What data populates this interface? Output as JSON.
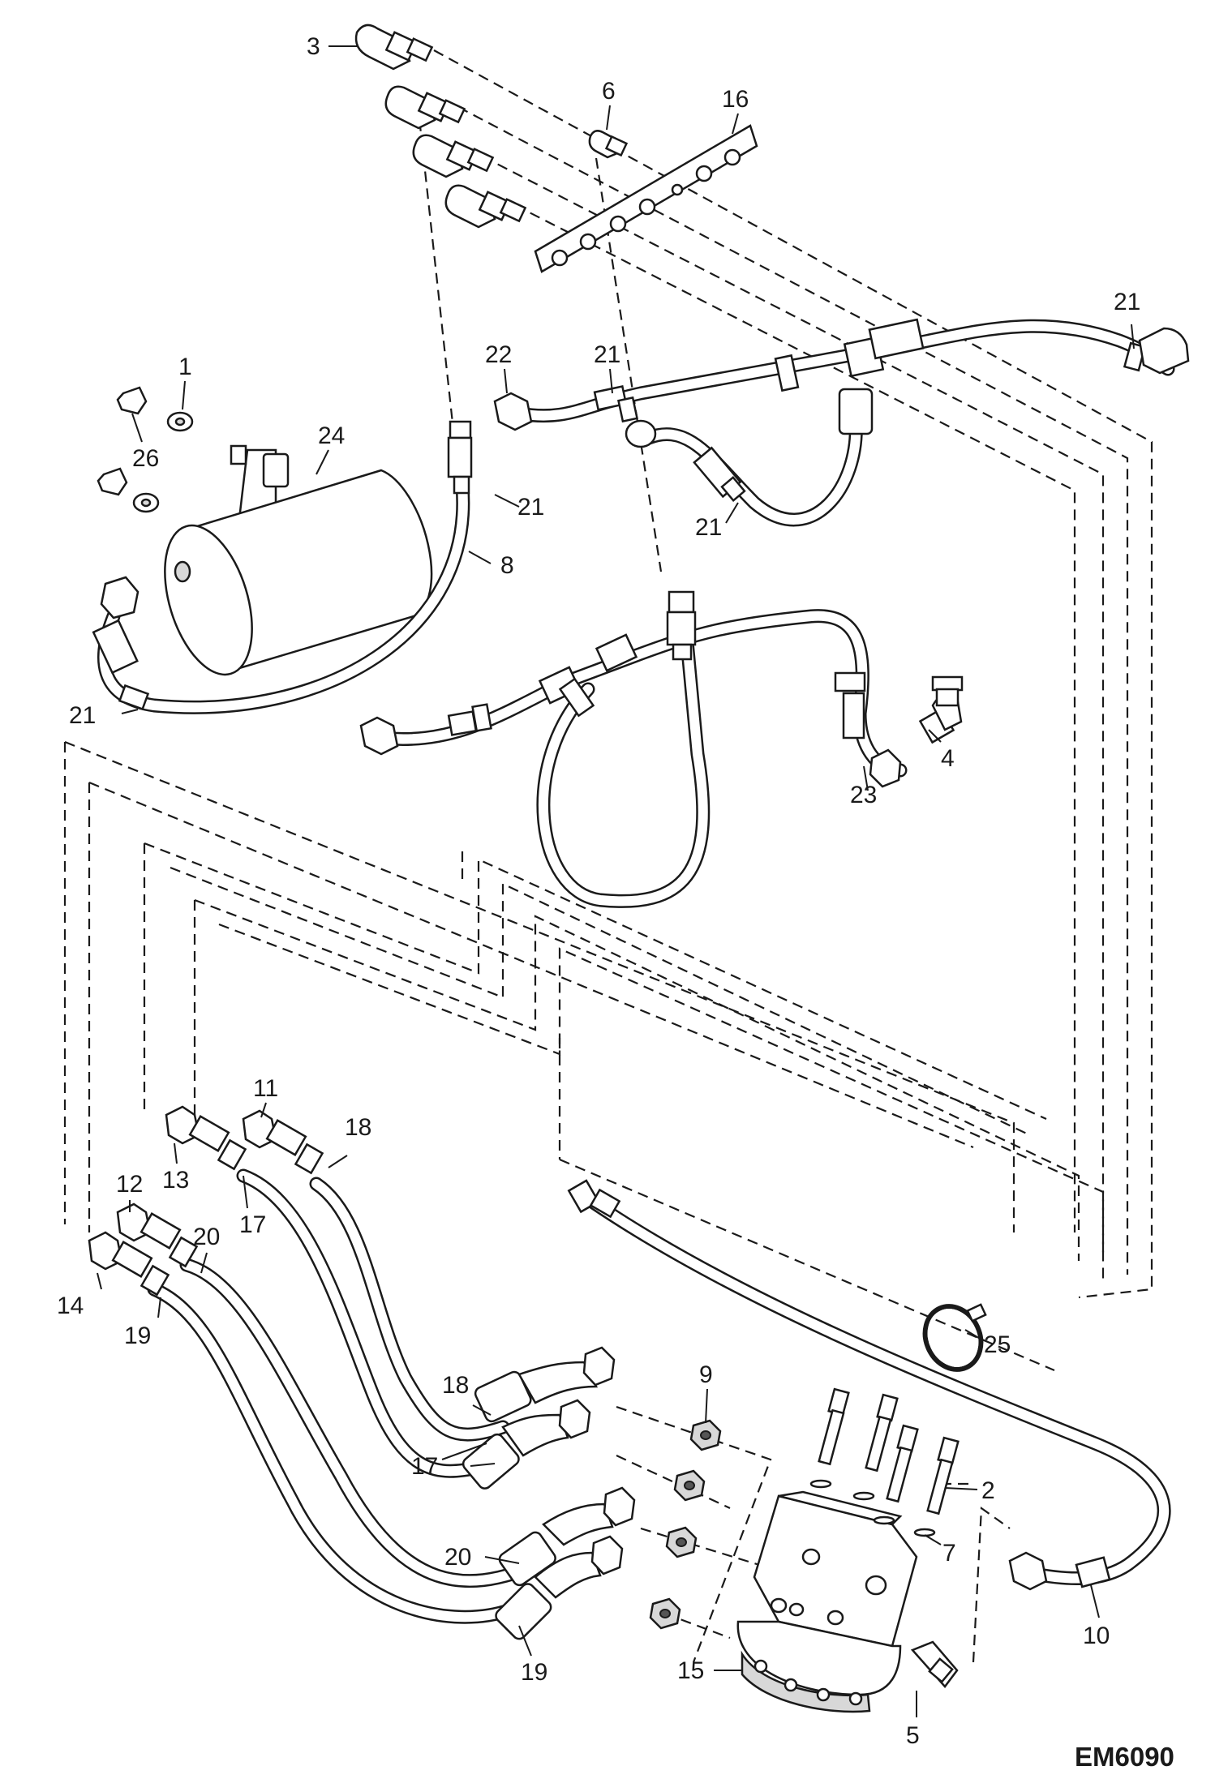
{
  "drawing_id": "EM6090",
  "callouts": {
    "c1": "1",
    "c2": "2",
    "c3": "3",
    "c4": "4",
    "c5": "5",
    "c6": "6",
    "c7": "7",
    "c8": "8",
    "c9": "9",
    "c10": "10",
    "c11": "11",
    "c12": "12",
    "c13": "13",
    "c14": "14",
    "c15": "15",
    "c16": "16",
    "c17a": "17",
    "c17b": "17",
    "c18a": "18",
    "c18b": "18",
    "c19a": "19",
    "c19b": "19",
    "c20a": "20",
    "c20b": "20",
    "c21a": "21",
    "c21b": "21",
    "c21c": "21",
    "c21d": "21",
    "c21e": "21",
    "c22": "22",
    "c23": "23",
    "c24": "24",
    "c25": "25",
    "c26": "26"
  }
}
